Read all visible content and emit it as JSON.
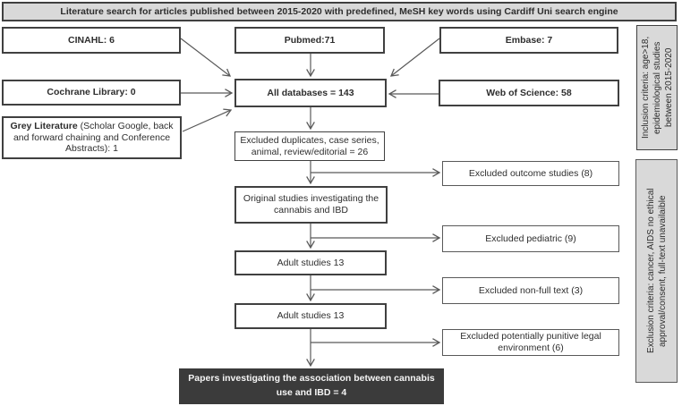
{
  "banner": "Literature search for articles published between 2015-2020 with predefined, MeSH key words using Cardiff Uni search engine",
  "databases": {
    "cinahl": "CINAHL: 6",
    "pubmed": "Pubmed:71",
    "embase": "Embase: 7",
    "cochrane": "Cochrane Library: 0",
    "web_of_science": "Web of Science: 58"
  },
  "grey_literature": {
    "bold": "Grey Literature",
    "rest": " (Scholar Google, back and forward chaining and Conference Abstracts): 1"
  },
  "flow": {
    "all_databases": "All databases = 143",
    "excluded_duplicates": "Excluded duplicates, case series, animal, review/editorial = 26",
    "original_studies": "Original studies investigating the cannabis and IBD",
    "adult_studies_1": "Adult studies 13",
    "adult_studies_2": "Adult studies 13",
    "final_papers": "Papers investigating the association between cannabis use and IBD = 4"
  },
  "exclusion_steps": {
    "outcome": "Excluded outcome studies (8)",
    "pediatric": "Excluded pediatric (9)",
    "non_full_text": "Excluded non-full text (3)",
    "punitive": "Excluded potentially punitive legal environment (6)"
  },
  "criteria_notes": {
    "inclusion": "Inclusion criteria: age>18, epidemiological studies between 2015-2020",
    "exclusion": "Exclusion criteria: cancer, AIDS no ethical approval/consent, full-text unavailaible"
  },
  "colors": {
    "box_border": "#404040",
    "thin_border": "#595959",
    "fill_gray": "#d9d9d9",
    "fill_dark": "#3b3b3b",
    "arrow": "#595959",
    "text": "#2e2e2e"
  }
}
